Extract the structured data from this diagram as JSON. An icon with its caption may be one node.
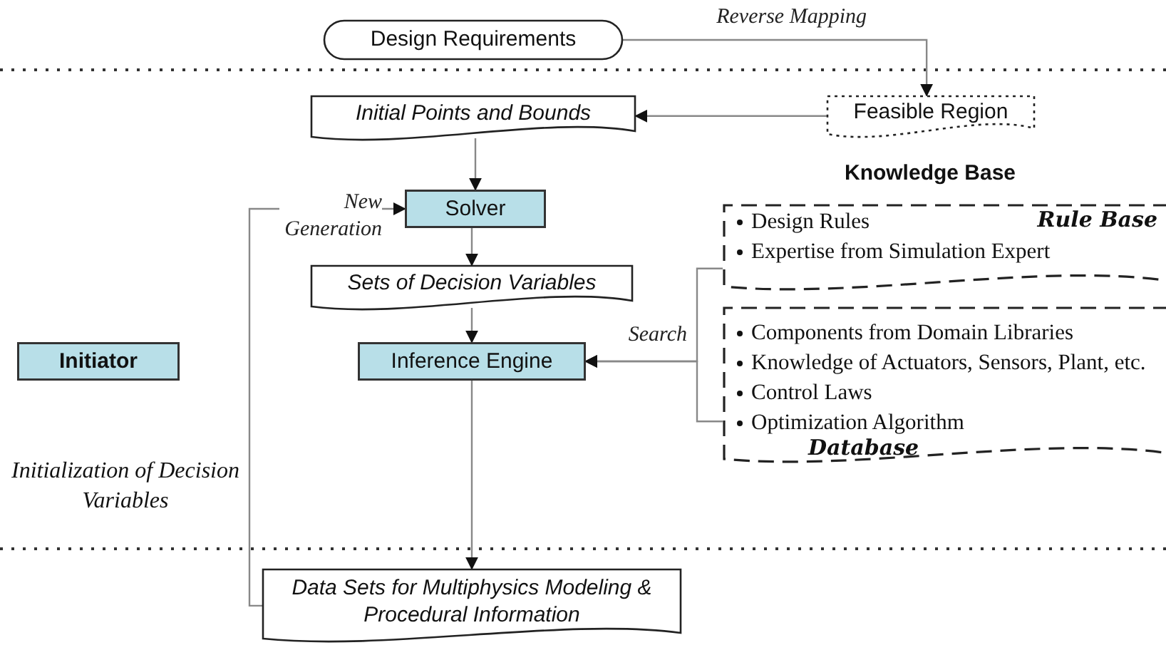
{
  "diagram": {
    "nodes": [
      {
        "text": [
          "Design Requirements"
        ]
      },
      {
        "text": [
          "Feasible Region"
        ]
      },
      {
        "text": [
          "Initial Points and Bounds"
        ]
      },
      {
        "text": [
          "Solver"
        ]
      },
      {
        "text": [
          "Sets of Decision Variables"
        ]
      },
      {
        "text": [
          "Inference Engine"
        ]
      },
      {
        "text": [
          "Design Rules",
          "Rule Base",
          "Expertise from Simulation Expert"
        ]
      },
      {
        "text": [
          "Components from Domain Libraries",
          "Knowledge of Actuators, Sensors, Plant, etc.",
          "Control Laws",
          "Optimization Algorithm",
          "Database"
        ]
      },
      {
        "text": [
          "Data Sets for Multiphysics Modeling & Procedural Information"
        ]
      },
      {
        "text": [
          "Initiator"
        ]
      }
    ],
    "edges": [
      {
        "from": 0,
        "to": 1,
        "arrow": "to",
        "label": "Reverse Mapping"
      },
      {
        "from": 1,
        "to": 2,
        "arrow": "to"
      },
      {
        "from": 2,
        "to": 3,
        "arrow": "to"
      },
      {
        "from": 3,
        "to": 4,
        "arrow": "to"
      },
      {
        "from": 4,
        "to": 5,
        "arrow": "to"
      },
      {
        "from": 5,
        "to": 8,
        "arrow": "to"
      },
      {
        "from": 6,
        "to": 5,
        "arrow": "to",
        "label": "Search"
      },
      {
        "from": 7,
        "to": 5,
        "arrow": "to"
      },
      {
        "from": 8,
        "to": 3,
        "arrow": "to",
        "label": "New Generation"
      }
    ],
    "labels": [
      "Knowledge Base",
      "Initialization of Decision Variables"
    ]
  }
}
